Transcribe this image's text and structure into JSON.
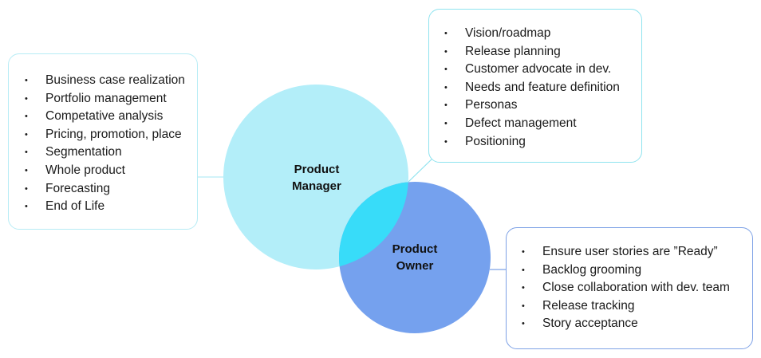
{
  "roles": {
    "product_manager": {
      "label_line1": "Product",
      "label_line2": "Manager",
      "fill": "#b3eef9"
    },
    "product_owner": {
      "label_line1": "Product",
      "label_line2": "Owner",
      "fill": "#75a1ee"
    },
    "overlap_fill": "#38dcf9"
  },
  "product_manager_box": {
    "border_color": "#b7ecf5",
    "items": [
      "Business case realization",
      "Portfolio management",
      "Competative analysis",
      "Pricing, promotion, place",
      "Segmentation",
      "Whole product",
      "Forecasting",
      "End of Life"
    ]
  },
  "shared_box": {
    "border_color": "#8fe3ef",
    "items": [
      "Vision/roadmap",
      "Release planning",
      "Customer advocate in dev.",
      "Needs and feature definition",
      "Personas",
      "Defect management",
      "Positioning"
    ]
  },
  "product_owner_box": {
    "border_color": "#7ea2e6",
    "items": [
      "Ensure user stories are ”Ready”",
      "Backlog grooming",
      "Close collaboration with dev. team",
      "Release tracking",
      "Story acceptance"
    ]
  },
  "bullet_glyph": "•"
}
